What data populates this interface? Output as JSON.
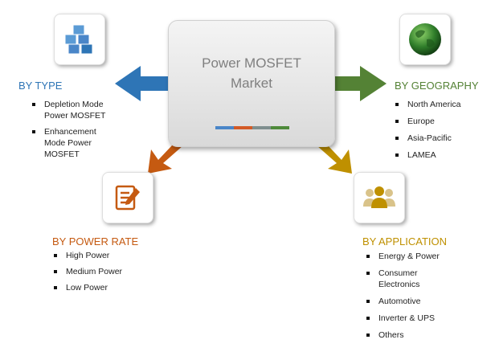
{
  "center": {
    "title_line1": "Power MOSFET",
    "title_line2": "Market",
    "bar_colors": [
      "#4a86c8",
      "#d35b27",
      "#7f8f8f",
      "#4e8a3a"
    ]
  },
  "colors": {
    "type": "#2e75b6",
    "power_rate": "#c55a11",
    "geography": "#548235",
    "application": "#bf9000"
  },
  "by_type": {
    "heading": "BY TYPE",
    "icon": "cubes-icon",
    "items": [
      "Depletion Mode Power MOSFET",
      "Enhancement Mode Power MOSFET"
    ]
  },
  "by_geography": {
    "heading": "BY GEOGRAPHY",
    "icon": "globe-icon",
    "items": [
      "North America",
      "Europe",
      "Asia-Pacific",
      "LAMEA"
    ]
  },
  "by_power_rate": {
    "heading": "BY POWER RATE",
    "icon": "document-pencil-icon",
    "items": [
      "High Power",
      "Medium Power",
      "Low Power"
    ]
  },
  "by_application": {
    "heading": "BY APPLICATION",
    "icon": "people-icon",
    "items": [
      "Energy & Power",
      "Consumer Electronics",
      "Automotive",
      "Inverter & UPS",
      "Others"
    ]
  }
}
